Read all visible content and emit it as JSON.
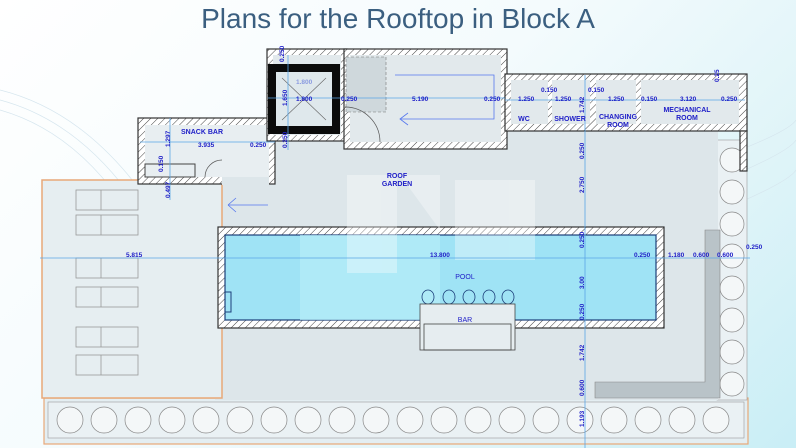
{
  "slide": {
    "title": "Plans for the Rooftop in Block A"
  },
  "rooms": {
    "snack_bar": "SNACK BAR",
    "roof_garden_1": "ROOF",
    "roof_garden_2": "GARDEN",
    "wc": "WC",
    "shower": "SHOWER",
    "changing_1": "CHANGING",
    "changing_2": "ROOM",
    "mechanical_1": "MECHANICAL",
    "mechanical_2": "ROOM",
    "pool": "POOL",
    "bar": "BAR"
  },
  "dimensions": {
    "elev_top": "0.250",
    "elev_faint": "1.800",
    "elev_vert": "1.650",
    "elev_width": "1.800",
    "elev_wall": "0.250",
    "stair_length": "5.190",
    "stair_wall": "0.250",
    "elev_bottom_wall": "0.250",
    "snack_width": "3.935",
    "snack_wall": "0.250",
    "snack_vert": "1.297",
    "snack_counter": "0.150",
    "snack_lower": "0.497",
    "wc_width": "1.250",
    "wc_wall": "0.150",
    "shower_width": "1.250",
    "shower_wall": "0.150",
    "room_depth": "1.742",
    "changing_width": "1.250",
    "mech_wall": "0.150",
    "mech_width": "3.120",
    "mech_end_wall": "0.250",
    "top_right": "0.25",
    "garden_wall": "0.250",
    "garden_depth": "2.750",
    "pool_wall_top": "0.250",
    "terrace_width": "5.815",
    "pool_length": "13.800",
    "pool_end_wall": "0.250",
    "walk_width": "1.180",
    "bench_1": "0.600",
    "bench_2": "0.600",
    "planter_wall": "0.250",
    "pool_width": "3.00",
    "pool_wall_bottom": "0.250",
    "deck_depth": "1.742",
    "bench_depth": "0.600",
    "planter_depth": "1.193"
  },
  "colors": {
    "title": "#3b5f80",
    "dimension": "#2020c8",
    "pool": "#9fe3f5",
    "terrace_border": "#e8a878"
  }
}
